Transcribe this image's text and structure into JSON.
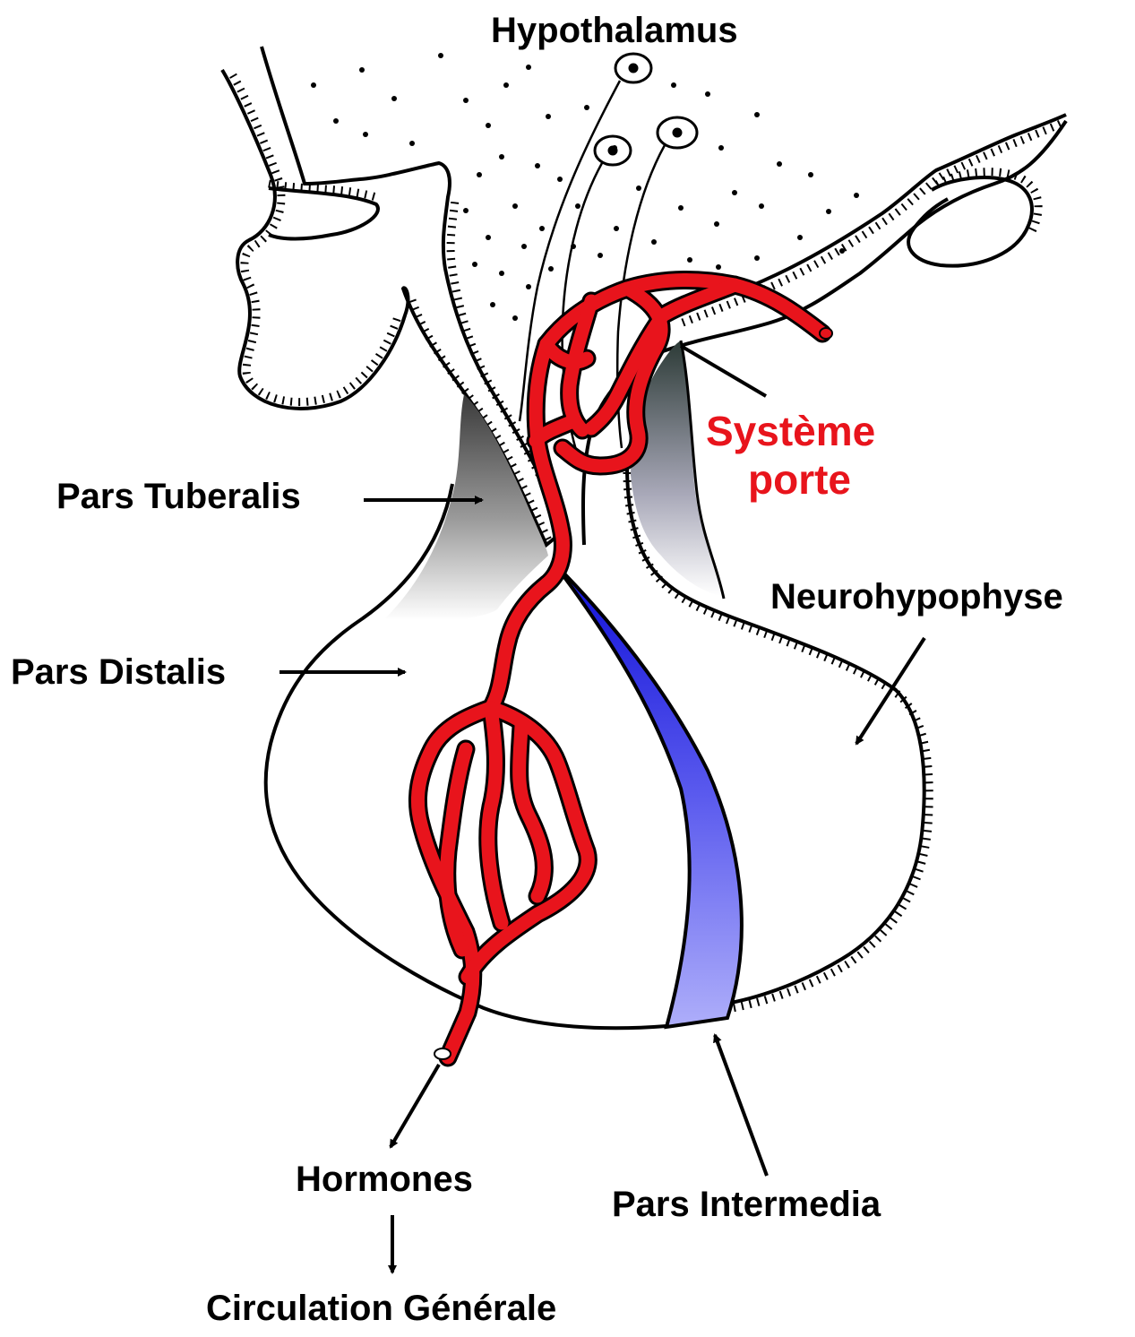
{
  "labels": {
    "hypothalamus": "Hypothalamus",
    "systeme_porte_line1": "Système",
    "systeme_porte_line2": "porte",
    "pars_tuberalis": "Pars Tuberalis",
    "neurohypophyse": "Neurohypophyse",
    "pars_distalis": "Pars Distalis",
    "hormones": "Hormones",
    "pars_intermedia": "Pars Intermedia",
    "circulation_generale": "Circulation Générale"
  },
  "colors": {
    "portal_vessels": "#e8141c",
    "pars_intermedia_top": "#1a1ae0",
    "pars_intermedia_bottom": "#a8a8f8",
    "pars_tuberalis_top": "#3a3a3a",
    "outline": "#000000"
  }
}
